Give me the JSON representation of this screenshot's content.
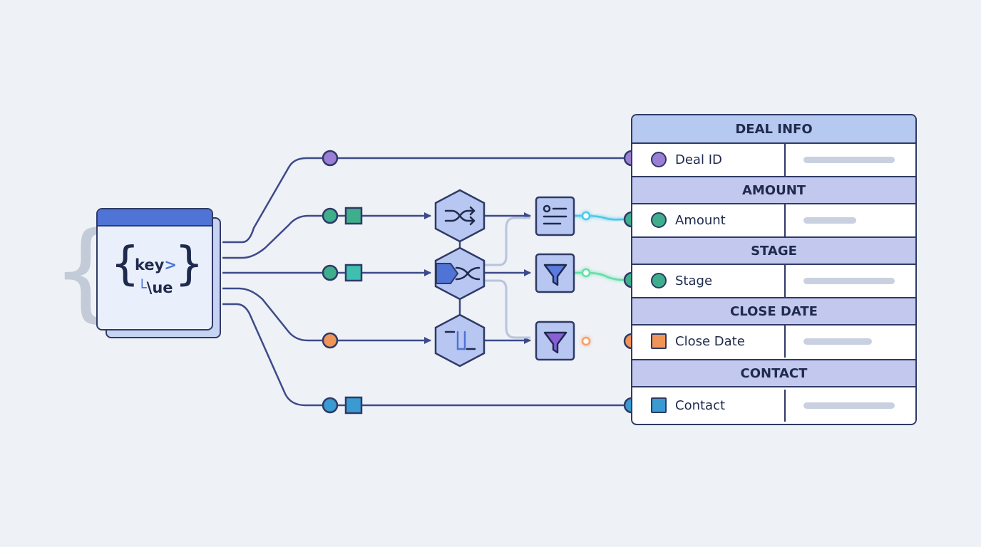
{
  "source": {
    "key_text": "key",
    "key_arrow": ">",
    "value_corner": "└",
    "value_text": "\\ue"
  },
  "table": {
    "rows": [
      {
        "header": "DEAL INFO",
        "label": "Deal ID",
        "marker_shape": "circle",
        "color": "#9b7fd4"
      },
      {
        "header": "AMOUNT",
        "label": "Amount",
        "marker_shape": "circle",
        "color": "#3fae8c"
      },
      {
        "header": "STAGE",
        "label": "Stage",
        "marker_shape": "circle",
        "color": "#3fae8c"
      },
      {
        "header": "CLOSE DATE",
        "label": "Close Date",
        "marker_shape": "square",
        "color": "#f0955a"
      },
      {
        "header": "CONTACT",
        "label": "Contact",
        "marker_shape": "square",
        "color": "#3a9ad1"
      }
    ]
  },
  "nodes": {
    "shuffle": {
      "icon": "shuffle-icon"
    },
    "merge": {
      "icon": "merge-icon"
    },
    "format": {
      "icon": "format-icon",
      "glyph": "¯|_"
    },
    "record": {
      "icon": "record-card-icon"
    },
    "filter_top": {
      "icon": "filter-icon",
      "color": "#5b7be0"
    },
    "filter_bottom": {
      "icon": "filter-icon",
      "color": "#8a5fd6"
    }
  },
  "colors": {
    "ink": "#2f3a66",
    "purple": "#9b7fd4",
    "green": "#3fae8c",
    "orange": "#f0955a",
    "blue": "#3a9ad1",
    "cyan_glow": "#49c9e8",
    "green_glow": "#5ee0a6",
    "orange_glow": "#f5a06a",
    "node_fill": "#b7c7f2",
    "header_fill": "#b6c9f0",
    "subheader_fill": "#c2c8ee"
  }
}
